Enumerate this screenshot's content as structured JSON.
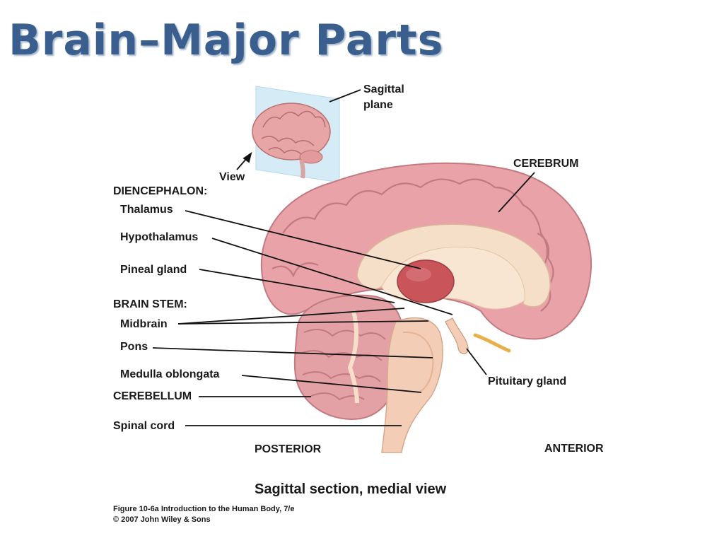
{
  "title": "Brain–Major Parts",
  "labels": {
    "sagittal_plane_1": "Sagittal",
    "sagittal_plane_2": "plane",
    "view": "View",
    "diencephalon": "DIENCEPHALON:",
    "thalamus": "Thalamus",
    "hypothalamus": "Hypothalamus",
    "pineal_gland": "Pineal gland",
    "brain_stem": "BRAIN STEM:",
    "midbrain": "Midbrain",
    "pons": "Pons",
    "medulla": "Medulla oblongata",
    "cerebellum": "CEREBELLUM",
    "spinal_cord": "Spinal cord",
    "cerebrum": "CEREBRUM",
    "pituitary_gland": "Pituitary gland",
    "posterior": "POSTERIOR",
    "anterior": "ANTERIOR"
  },
  "caption": "Sagittal section, medial view",
  "credit_1": "Figure 10-6a  Introduction to the Human Body, 7/e",
  "credit_2": "© 2007 John Wiley & Sons"
}
